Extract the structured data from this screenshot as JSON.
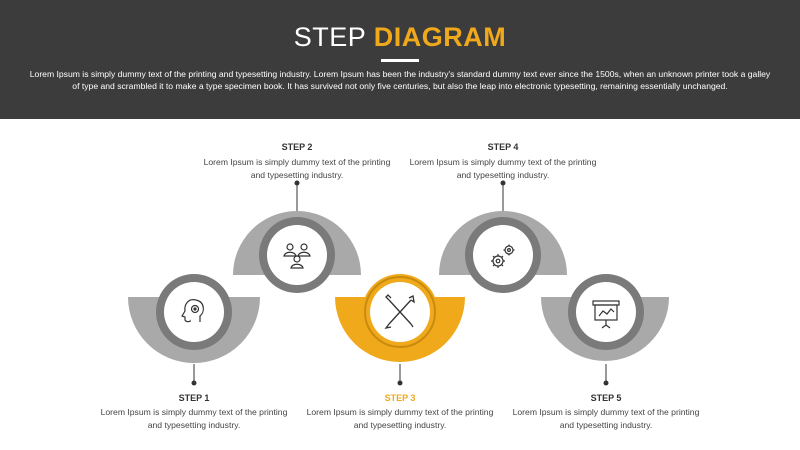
{
  "header": {
    "title_part1": "STEP",
    "title_part2": "DIAGRAM",
    "description": "Lorem Ipsum is simply dummy text of the printing and typesetting industry. Lorem Ipsum has been the industry's standard dummy text ever since the 1500s, when an unknown printer took a galley of type and scrambled it to make a type specimen book. It has survived not only five centuries, but also the leap into electronic typesetting, remaining essentially unchanged."
  },
  "colors": {
    "header_bg": "#3c3c3c",
    "accent": "#f0a91a",
    "ring_gray": "#a9a9a9",
    "inner_ring": "#7a7a7a"
  },
  "steps": [
    {
      "label": "STEP 1",
      "description": "Lorem Ipsum is simply dummy text of the printing and typesetting industry.",
      "icon": "head-gear-icon",
      "highlighted": false
    },
    {
      "label": "STEP 2",
      "description": "Lorem Ipsum is simply dummy text of the printing and typesetting industry.",
      "icon": "team-icon",
      "highlighted": false
    },
    {
      "label": "STEP 3",
      "description": "Lorem Ipsum is simply dummy text of the printing and typesetting industry.",
      "icon": "design-tools-icon",
      "highlighted": true
    },
    {
      "label": "STEP 4",
      "description": "Lorem Ipsum is simply dummy text of the printing and typesetting industry.",
      "icon": "gears-icon",
      "highlighted": false
    },
    {
      "label": "STEP 5",
      "description": "Lorem Ipsum is simply dummy text of the printing and typesetting industry.",
      "icon": "presentation-board-icon",
      "highlighted": false
    }
  ]
}
